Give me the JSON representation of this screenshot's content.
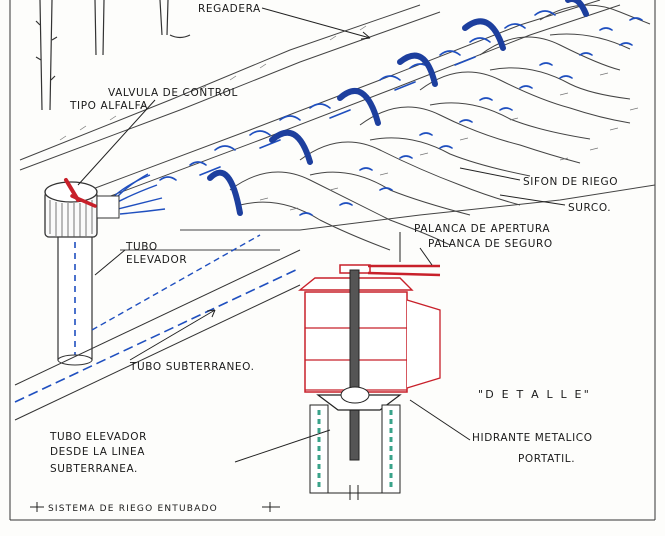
{
  "labels": {
    "regadera": "REGADERA",
    "valvula_line1": "VALVULA DE CONTROL",
    "valvula_line2": "TIPO ALFALFA",
    "sifon": "SIFON DE RIEGO",
    "surco": "SURCO.",
    "palanca_apertura": "PALANCA DE APERTURA",
    "palanca_seguro": "PALANCA DE SEGURO",
    "tubo_elevador_line1": "TUBO",
    "tubo_elevador_line2": "ELEVADOR",
    "tubo_subterraneo": "TUBO SUBTERRANEO.",
    "detalle": "\"D E T A L L E\"",
    "hidrante_line1": "HIDRANTE  METALICO",
    "hidrante_line2": "PORTATIL.",
    "tubo_linea_line1": "TUBO ELEVADOR",
    "tubo_linea_line2": "DESDE  LA  LINEA",
    "tubo_linea_line3": "SUBTERRANEA.",
    "footer": "SISTEMA  DE  RIEGO  ENTUBADO"
  },
  "colors": {
    "water": "#1f4fbf",
    "siphon": "#1d3f9e",
    "hydrant_red": "#c8202a",
    "ink": "#1a1a1a",
    "teal": "#3aa38a"
  }
}
